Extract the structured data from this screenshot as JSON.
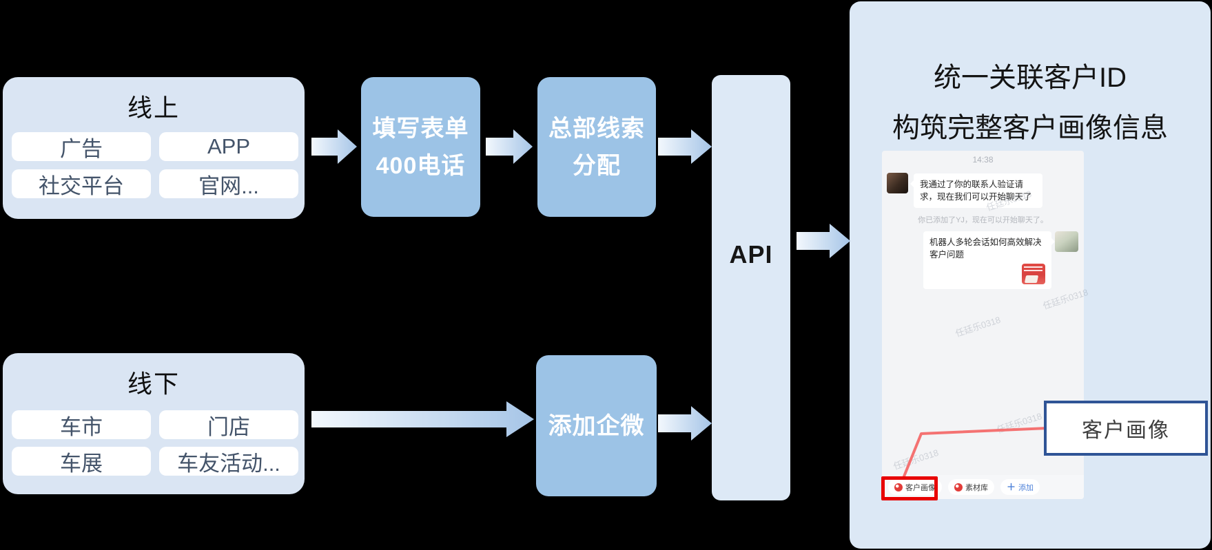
{
  "colors": {
    "background": "#000000",
    "light_box": "#dae5f3",
    "process_box": "#9cc3e6",
    "panel": "#dce8f5",
    "chip_text": "#44546a",
    "arrow_gradient_start": "#f3f8fd",
    "arrow_gradient_end": "#a6c5e7",
    "highlight_red": "#e80000",
    "connector_red": "#f47272",
    "callout_border": "#2f5496",
    "add_button_blue": "#4f82d9"
  },
  "online_box": {
    "title": "线上",
    "chips": [
      "广告",
      "APP",
      "社交平台",
      "官网..."
    ]
  },
  "offline_box": {
    "title": "线下",
    "chips": [
      "车市",
      "门店",
      "车展",
      "车友活动..."
    ]
  },
  "form_box": {
    "line1": "填写表单",
    "line2": "400电话"
  },
  "hq_box": {
    "line1": "总部线索",
    "line2": "分配"
  },
  "wecom_box": {
    "label": "添加企微"
  },
  "api_box": {
    "label": "API"
  },
  "panel": {
    "title_line1": "统一关联客户ID",
    "title_line2": "构筑完整客户画像信息"
  },
  "chat": {
    "timestamp": "14:38",
    "incoming_message": "我通过了你的联系人验证请求，现在我们可以开始聊天了",
    "system_message": "你已添加了YJ，现在可以开始聊天了。",
    "outgoing_message": "机器人多轮会话如何高效解决客户问题",
    "toolbar": [
      {
        "label": "客户画像"
      },
      {
        "label": "素材库"
      },
      {
        "label": "添加"
      }
    ],
    "watermark": "任廷乐0318",
    "icons": {
      "plus": "＋"
    }
  },
  "callout": {
    "label": "客户画像"
  }
}
